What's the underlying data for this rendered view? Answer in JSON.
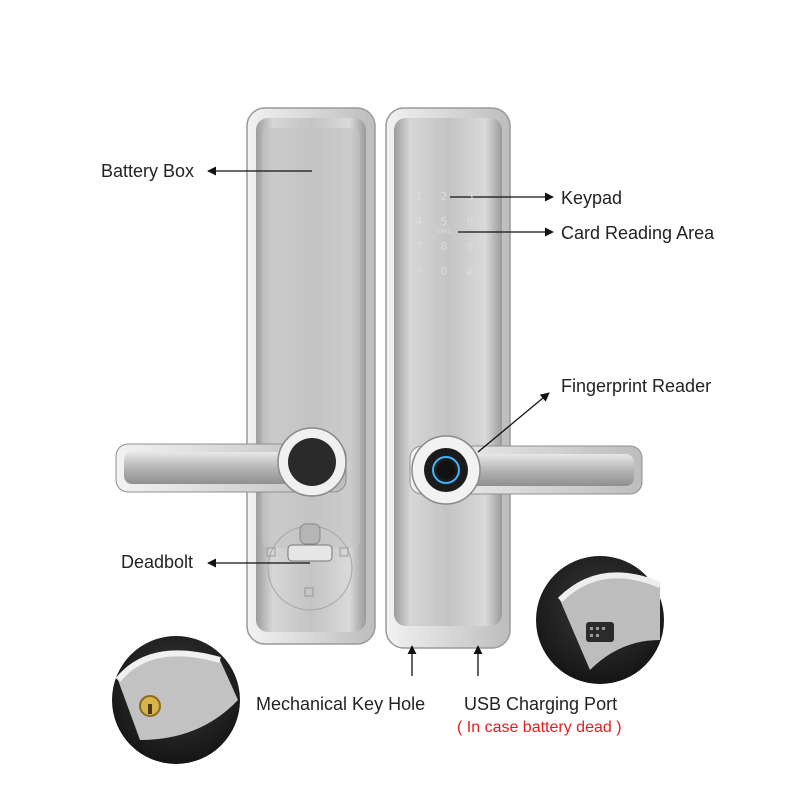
{
  "labels": {
    "battery_box": "Battery Box",
    "keypad": "Keypad",
    "card_reading_area": "Card Reading Area",
    "fingerprint_reader": "Fingerprint Reader",
    "deadbolt": "Deadbolt",
    "mechanical_key_hole": "Mechanical Key Hole",
    "usb_charging_port": "USB Charging Port",
    "usb_note": "( In case battery dead )"
  },
  "keypad": {
    "keys": [
      "1",
      "2",
      "3",
      "4",
      "5",
      "6",
      "7",
      "8",
      "9",
      "*",
      "0",
      "#"
    ],
    "card_tag": "CARD"
  },
  "colors": {
    "text": "#222222",
    "note": "#e02020",
    "panel": "#c9c9c9",
    "keypad_panel": "#1c1c1c"
  }
}
